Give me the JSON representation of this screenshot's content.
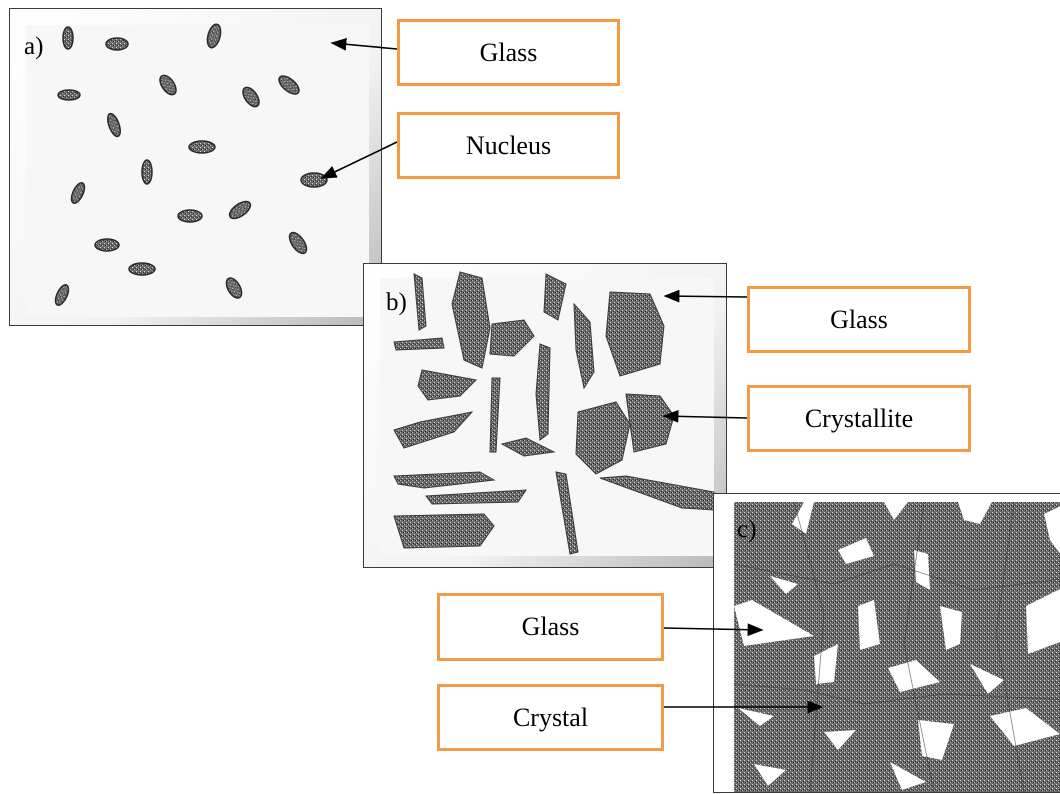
{
  "panels": [
    {
      "label": "a)",
      "callouts": [
        "Glass",
        "Nucleus"
      ]
    },
    {
      "label": "b)",
      "callouts": [
        "Glass",
        "Crystallite"
      ]
    },
    {
      "label": "c)",
      "callouts": [
        "Glass",
        "Crystal"
      ]
    }
  ],
  "colors": {
    "box_border": "#f39a46",
    "speckle": "#5a5a5a",
    "ink": "#000000"
  }
}
